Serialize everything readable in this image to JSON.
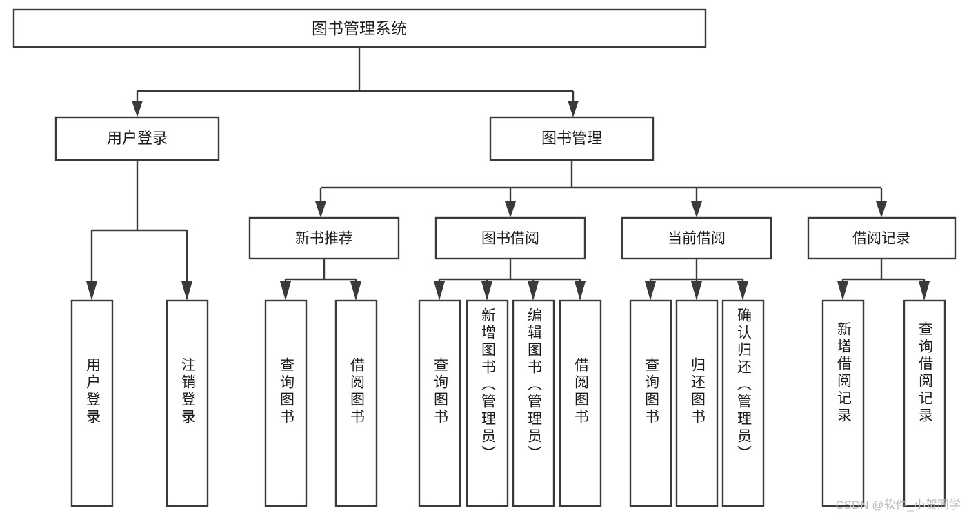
{
  "diagram": {
    "title": "图书管理系统",
    "watermark": "CSDN @软件_小贺同学",
    "type": "hierarchy-tree",
    "root": {
      "label": "图书管理系统"
    },
    "level2": [
      {
        "id": "user-login",
        "label": "用户登录"
      },
      {
        "id": "book-manage",
        "label": "图书管理"
      }
    ],
    "level3": [
      {
        "id": "new-book-recommend",
        "label": "新书推荐",
        "parent": "book-manage"
      },
      {
        "id": "book-borrow",
        "label": "图书借阅",
        "parent": "book-manage"
      },
      {
        "id": "current-borrow",
        "label": "当前借阅",
        "parent": "book-manage"
      },
      {
        "id": "borrow-record",
        "label": "借阅记录",
        "parent": "book-manage"
      }
    ],
    "leaves": {
      "user-login": [
        "用户登录",
        "注销登录"
      ],
      "new-book-recommend": [
        "查询图书",
        "借阅图书"
      ],
      "book-borrow": [
        "查询图书",
        "新增图书（管理员）",
        "编辑图书（管理员）",
        "借阅图书"
      ],
      "current-borrow": [
        "查询图书",
        "归还图书",
        "确认归还（管理员）"
      ],
      "borrow-record": [
        "新增借阅记录",
        "查询借阅记录"
      ]
    },
    "colors": {
      "stroke": "#3a3a3a",
      "fill": "#ffffff",
      "text": "#1b1b1b",
      "watermark": "#b9b9b9"
    }
  }
}
